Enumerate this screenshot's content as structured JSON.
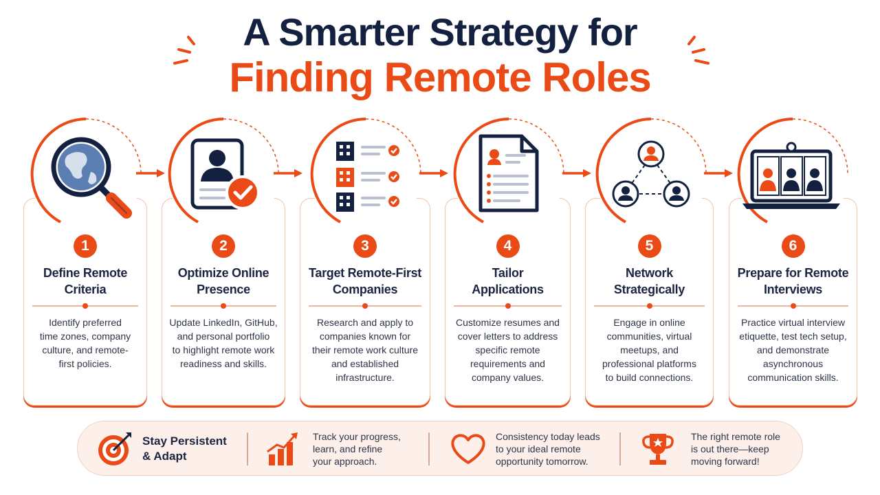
{
  "title": {
    "line1": "A Smarter Strategy for",
    "line2": "Finding Remote Roles"
  },
  "colors": {
    "accent": "#ea4a16",
    "navy": "#13203f",
    "globe": "#5b7fb3"
  },
  "steps": [
    {
      "number": "1",
      "title_line1": "Define Remote",
      "title_line2": "Criteria",
      "desc": [
        "Identify preferred",
        "time zones, company",
        "culture, and remote-",
        "first policies."
      ],
      "icon": "magnifier-globe-icon"
    },
    {
      "number": "2",
      "title_line1": "Optimize Online",
      "title_line2": "Presence",
      "desc": [
        "Update LinkedIn, GitHub,",
        "and personal portfolio",
        "to highlight remote work",
        "readiness and skills."
      ],
      "icon": "profile-check-icon"
    },
    {
      "number": "3",
      "title_line1": "Target Remote-First",
      "title_line2": "Companies",
      "desc": [
        "Research and apply to",
        "companies known for",
        "their remote work culture",
        "and established",
        "infrastructure."
      ],
      "icon": "company-list-icon"
    },
    {
      "number": "4",
      "title_line1": "Tailor",
      "title_line2": "Applications",
      "desc": [
        "Customize resumes and",
        "cover letters to address",
        "specific remote",
        "requirements and",
        "company values."
      ],
      "icon": "resume-document-icon"
    },
    {
      "number": "5",
      "title_line1": "Network",
      "title_line2": "Strategically",
      "desc": [
        "Engage in online",
        "communities, virtual",
        "meetups, and",
        "professional platforms",
        "to build connections."
      ],
      "icon": "network-people-icon"
    },
    {
      "number": "6",
      "title_line1": "Prepare for Remote",
      "title_line2": "Interviews",
      "desc": [
        "Practice virtual interview",
        "etiquette, test tech setup,",
        "and demonstrate",
        "asynchronous",
        "communication skills."
      ],
      "icon": "laptop-video-call-icon"
    }
  ],
  "banner": {
    "headline_line1": "Stay Persistent",
    "headline_line2": "& Adapt",
    "item1": [
      "Track your progress,",
      "learn, and refine",
      "your approach."
    ],
    "item2": [
      "Consistency today leads",
      "to your ideal remote",
      "opportunity tomorrow."
    ],
    "item3": [
      "The right remote role",
      "is out there—keep",
      "moving forward!"
    ],
    "icons": [
      "target-icon",
      "growth-chart-icon",
      "heart-icon",
      "trophy-icon"
    ]
  }
}
